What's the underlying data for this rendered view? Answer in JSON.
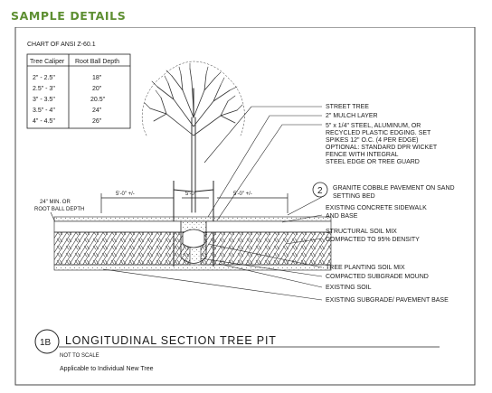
{
  "header": {
    "title": "SAMPLE DETAILS"
  },
  "chart": {
    "title": "CHART OF ANSI Z-60.1",
    "columns": [
      "Tree Caliper",
      "Root Ball Depth"
    ],
    "rows": [
      [
        "2\" - 2.5\"",
        "18\""
      ],
      [
        "2.5\" - 3\"",
        "20\""
      ],
      [
        "3\" - 3.5\"",
        "20.5\""
      ],
      [
        "3.5\" - 4\"",
        "24\""
      ],
      [
        "4\" - 4.5\"",
        "26\""
      ]
    ]
  },
  "callouts_top": [
    "STREET TREE",
    "2\" MULCH LAYER",
    "5\" x 1/4\" STEEL, ALUMINUM, OR",
    "RECYCLED PLASTIC EDGING. SET",
    "SPIKES 12\" O.C. (4 PER EDGE)",
    "OPTIONAL: STANDARD DPR WICKET",
    "FENCE WITH INTEGRAL",
    "STEEL EDGE OR TREE GUARD"
  ],
  "callouts_mid": [
    "GRANITE COBBLE PAVEMENT ON SAND",
    "SETTING BED",
    "EXISTING CONCRETE SIDEWALK",
    "AND BASE",
    "STRUCTURAL SOIL MIX",
    "COMPACTED TO 95% DENSITY"
  ],
  "callouts_bottom": [
    "TREE PLANTING SOIL MIX",
    "COMPACTED SUBGRADE MOUND",
    "EXISTING SOIL",
    "EXISTING SUBGRADE/ PAVEMENT BASE"
  ],
  "reference_bubble": "2",
  "dimensions": {
    "left": "5'-0\" +/-",
    "center": "5'-0\"",
    "right": "5'-0\" +/-",
    "depth_line1": "24\" MIN. OR",
    "depth_line2": "ROOT BALL DEPTH"
  },
  "detail": {
    "number": "1B",
    "title": "LONGITUDINAL SECTION TREE PIT",
    "scale": "NOT TO SCALE",
    "note": "Applicable to Individual New Tree"
  }
}
